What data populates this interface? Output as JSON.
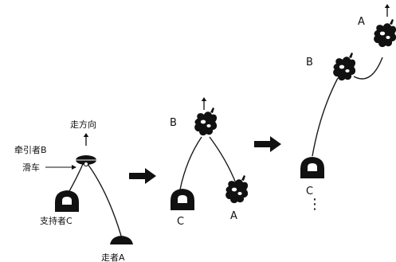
{
  "panel1": {
    "direction_label": "走方向",
    "leader_label": "牵引者B",
    "pulley_label": "滑车",
    "supporter_label": "支持者C",
    "walker_label": "走者A"
  },
  "panel2": {
    "label_b": "B",
    "label_c": "C",
    "label_a": "A"
  },
  "panel3": {
    "label_b": "B",
    "label_c": "C",
    "label_a": "A",
    "ellipsis": "⋮"
  },
  "icons": [
    "up-arrow-icon",
    "pulley-icon",
    "climber-icon",
    "right-arrow-icon",
    "weight-icon"
  ],
  "colors": {
    "ink": "#111111",
    "background": "#ffffff"
  }
}
